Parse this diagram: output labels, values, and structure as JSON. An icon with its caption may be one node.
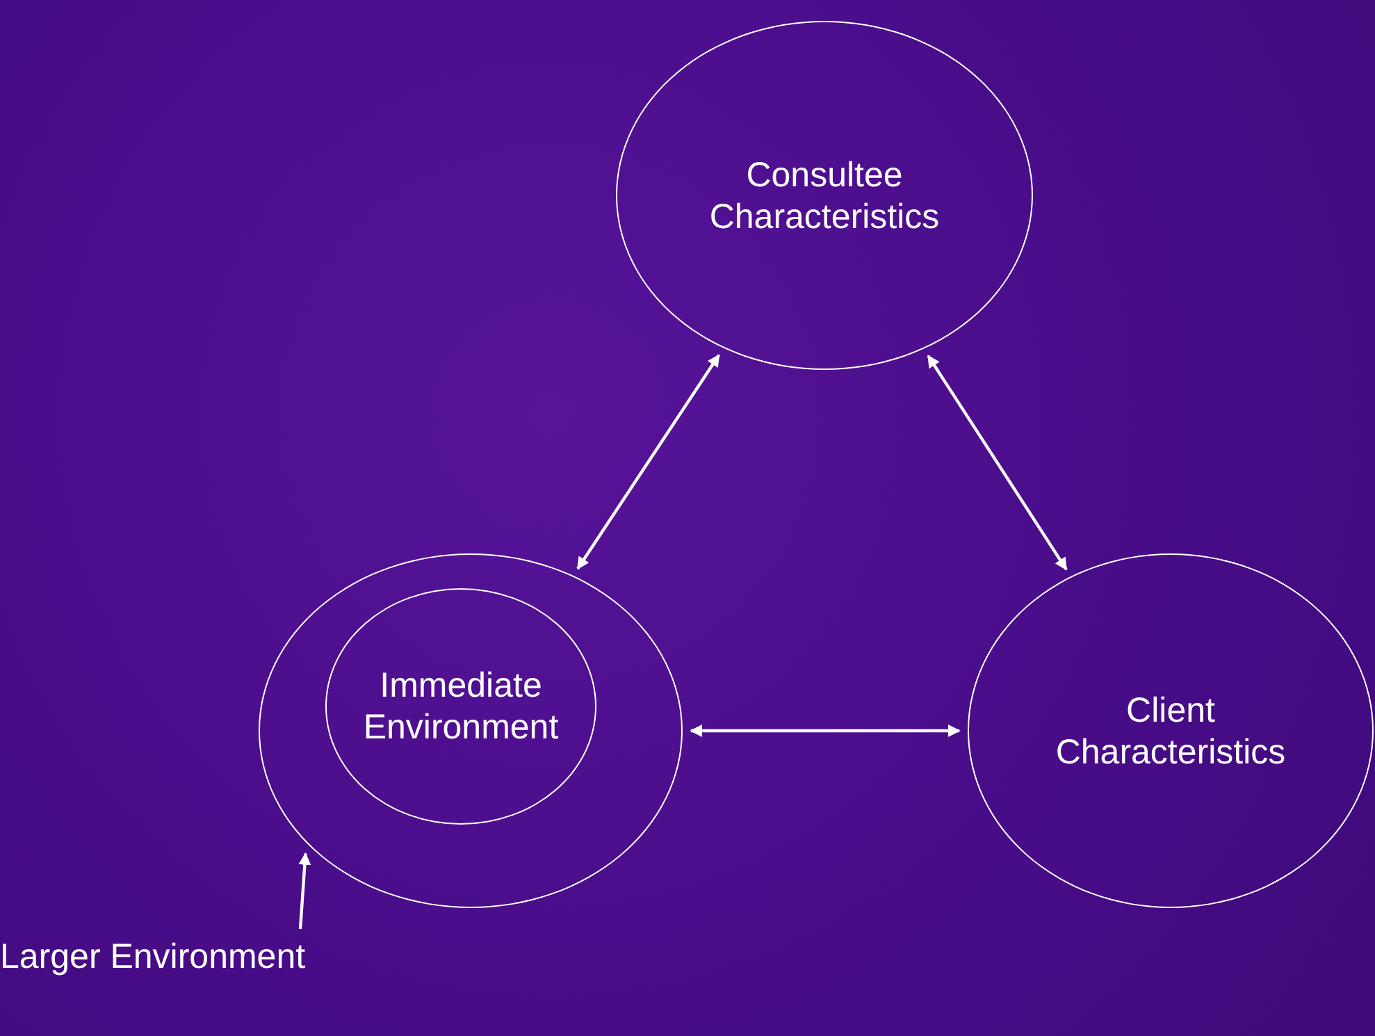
{
  "diagram": {
    "nodes": [
      {
        "text": [
          "Consultee Characteristics"
        ]
      },
      {
        "text": [],
        "shape": "circle"
      },
      {
        "text": [
          "Immediate Environment"
        ],
        "in": 1
      },
      {
        "text": [
          "Client Characteristics"
        ]
      },
      {
        "text": [
          "Larger Environment"
        ]
      }
    ],
    "edges": [
      {
        "from": 1,
        "to": 0,
        "arrow": "both"
      },
      {
        "from": 0,
        "to": 3,
        "arrow": "both"
      },
      {
        "from": 1,
        "to": 3,
        "arrow": "both"
      },
      {
        "from": 4,
        "to": 1,
        "arrow": "to"
      }
    ]
  }
}
